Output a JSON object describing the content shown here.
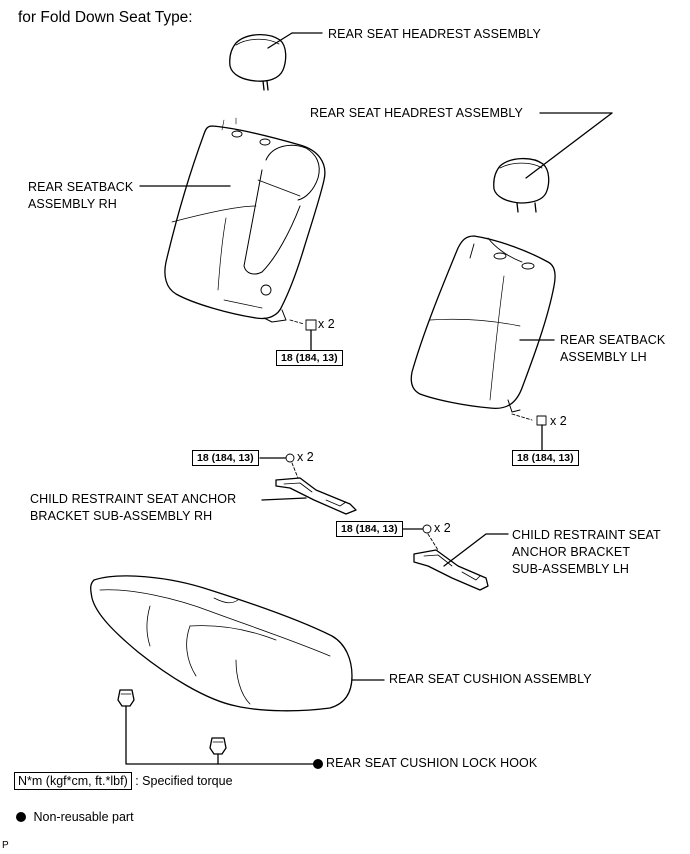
{
  "title": "for Fold Down Seat Type:",
  "labels": {
    "headrest_top": "REAR SEAT HEADREST ASSEMBLY",
    "headrest_right": "REAR SEAT HEADREST ASSEMBLY",
    "seatback_rh_1": "REAR SEATBACK",
    "seatback_rh_2": "ASSEMBLY RH",
    "seatback_lh_1": "REAR SEATBACK",
    "seatback_lh_2": "ASSEMBLY LH",
    "anchor_rh_1": "CHILD RESTRAINT SEAT ANCHOR",
    "anchor_rh_2": "BRACKET SUB-ASSEMBLY RH",
    "anchor_lh_1": "CHILD RESTRAINT SEAT",
    "anchor_lh_2": "ANCHOR BRACKET",
    "anchor_lh_3": "SUB-ASSEMBLY LH",
    "cushion": "REAR SEAT CUSHION ASSEMBLY",
    "lock_hook": "REAR SEAT CUSHION LOCK HOOK"
  },
  "torques": {
    "seatback_rh": "18 (184, 13)",
    "seatback_lh": "18 (184, 13)",
    "anchor_rh": "18 (184, 13)",
    "anchor_lh": "18 (184, 13)"
  },
  "quantities": {
    "seatback_rh": "x 2",
    "seatback_lh": "x 2",
    "anchor_rh": "x 2",
    "anchor_lh": "x 2"
  },
  "legend": {
    "torque_box": "N*m (kgf*cm, ft.*lbf)",
    "torque_text": ": Specified torque",
    "non_reusable": "Non-reusable part"
  },
  "corner_mark": "P"
}
